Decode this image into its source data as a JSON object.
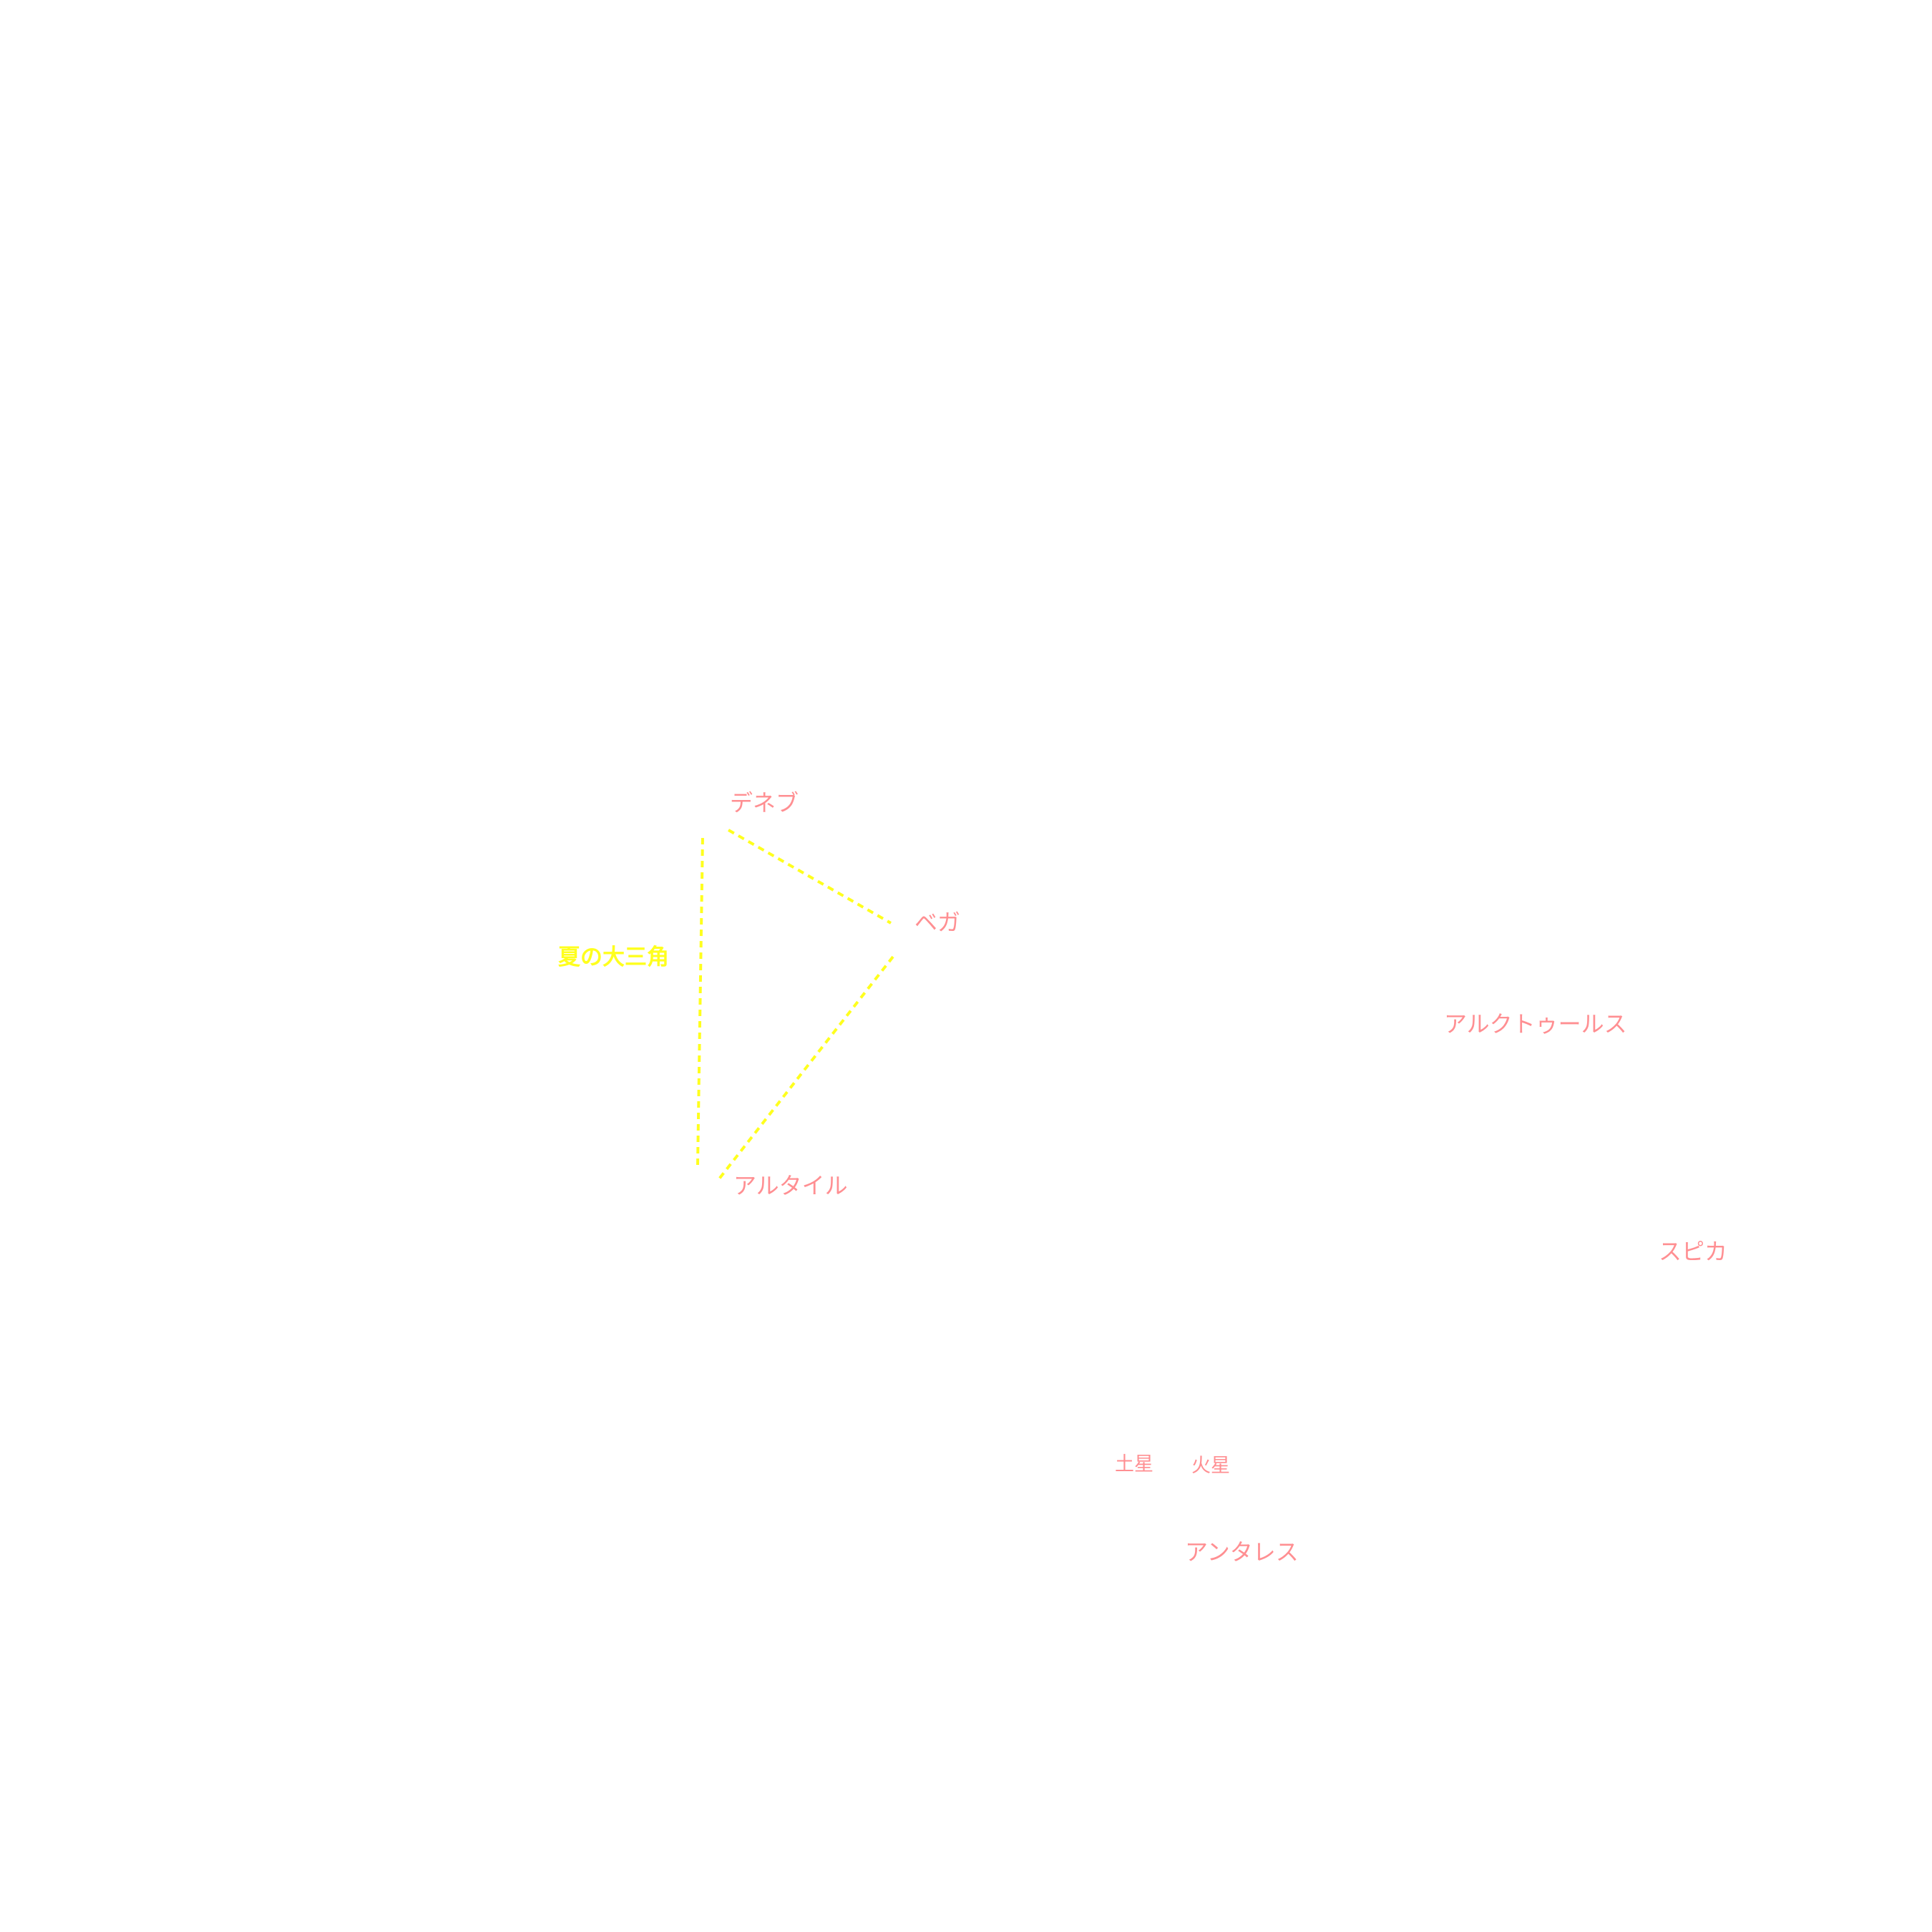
{
  "asterism": {
    "name": "夏の大三角",
    "color": "#ffff1e"
  },
  "stars": {
    "deneb": "デネブ",
    "vega": "ベガ",
    "altair": "アルタイル",
    "arcturus": "アルクトゥールス",
    "spica": "スピカ",
    "antares": "アンタレス"
  },
  "planets": {
    "saturn": "土星",
    "mars": "火星"
  },
  "label_color": "#ff8f92"
}
